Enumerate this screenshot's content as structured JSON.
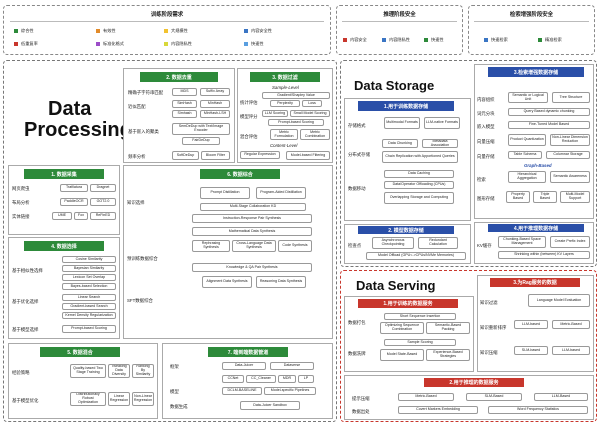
{
  "legend": {
    "training_title": "训练阶段需求",
    "reasoning_title": "推理阶段安全",
    "retrieval_title": "检索增强阶段安全",
    "items": [
      {
        "label": "综合性",
        "color": "#2d8a3a"
      },
      {
        "label": "有效性",
        "color": "#e28b2a"
      },
      {
        "label": "大规模性",
        "color": "#f2c230"
      },
      {
        "label": "内容安全性",
        "color": "#3a75c4"
      },
      {
        "label": "低重复率",
        "color": "#c8362c"
      },
      {
        "label": "标准化格式",
        "color": "#9c4dc8"
      },
      {
        "label": "内容隐私性",
        "color": "#d8d83a"
      },
      {
        "label": "快速性",
        "color": "#5a9fe0"
      }
    ],
    "reasoning_items": [
      {
        "label": "内容安全",
        "color": "#c8362c"
      },
      {
        "label": "内容隐私性",
        "color": "#3a75c4"
      },
      {
        "label": "快速性",
        "color": "#2d8a3a"
      }
    ],
    "retrieval_items": [
      {
        "label": "快速检索",
        "color": "#3a75c4"
      },
      {
        "label": "精准检索",
        "color": "#2d8a3a"
      }
    ]
  },
  "processing": {
    "title_line1": "Data",
    "title_line2": "Processing",
    "dedup": {
      "title": "2. 数据去重",
      "rows": [
        {
          "label": "精确子字符串匹配",
          "items": [
            "MDS",
            "Suffix Array"
          ]
        },
        {
          "label": "近似匹配",
          "items": [
            "SimHash",
            "MinHash"
          ]
        },
        {
          "label": "",
          "items": [
            "Simhash",
            "MinHash-LSH"
          ]
        },
        {
          "label": "基于嵌入的聚类",
          "items": [
            "SemDeDup with Text/Image Encoder",
            "FairDeDup"
          ]
        },
        {
          "label": "频率分析",
          "items": [
            "SoftDeDup",
            "Bloom Filter"
          ]
        }
      ]
    },
    "filter": {
      "title": "3. 数据过滤",
      "sample_level": "Sample-Level",
      "content_level": "Content-Level",
      "rows": [
        {
          "label": "统计评估",
          "items": [
            "Gradient/Shapley Value",
            "Perplexity",
            "Loss"
          ]
        },
        {
          "label": "模型评分",
          "items": [
            "LLM Scoring",
            "Small Model Scoring"
          ]
        },
        {
          "label": "",
          "items": [
            "Prompt-based Scoring"
          ]
        },
        {
          "label": "混合评估",
          "items": [
            "Metric Formulation",
            "Metric Combination"
          ]
        },
        {
          "label": "",
          "items": [
            "Regular Expression",
            "Model-based Filtering"
          ]
        }
      ]
    },
    "acquire": {
      "title": "1. 数据采集",
      "rows": [
        {
          "label": "网页爬虫",
          "items": [
            "Trafilatura",
            "Dragnet"
          ]
        },
        {
          "label": "布局分析",
          "items": [
            "PaddleOCR",
            "GOT2.0"
          ]
        },
        {
          "label": "实体链接",
          "items": [
            "UME",
            "Fox",
            "ReFinED"
          ]
        }
      ]
    },
    "select": {
      "title": "4. 数据选择",
      "rows": [
        {
          "label": "基于相似性选择",
          "items": [
            "Cosine Similarity",
            "Bayesian Similarity"
          ]
        },
        {
          "label": "",
          "items": [
            "Lexicon Set Overlap",
            "Bayes-based Selection"
          ]
        },
        {
          "label": "基于优化选择",
          "items": [
            "Linear Search",
            "Gradient-based Search"
          ]
        },
        {
          "label": "",
          "items": [
            "Kernel Density Regularization"
          ]
        },
        {
          "label": "基于模型选择",
          "items": [
            "Prompt-based Scoring"
          ]
        }
      ]
    },
    "synth": {
      "title": "6. 数据综合",
      "rows": [
        {
          "label": "知识选择",
          "items": [
            "Prompt Distillation",
            "Program-Aided Distillation"
          ]
        },
        {
          "label": "",
          "items": [
            "Multi-Stage Collaboration KD"
          ]
        },
        {
          "label": "预训练数据综合",
          "items": [
            "Instruction-Response Pair Synthesis"
          ]
        },
        {
          "label": "",
          "items": [
            "Mathematical Data Synthesis"
          ]
        },
        {
          "label": "",
          "items": [
            "Rephrasing Synthesis",
            "Cross-Language Data Synthesis",
            "Code Synthesis"
          ]
        },
        {
          "label": "SFT数据综合",
          "items": [
            "Knowledge & QA Pair Synthesis"
          ]
        },
        {
          "label": "",
          "items": [
            "Alignment Data Synthesis",
            "Reasoning Data Synthesis"
          ]
        }
      ]
    },
    "mix": {
      "title": "5. 数据混合",
      "rows": [
        {
          "label": "经验策略",
          "items": [
            "Quality-based Two Stage Training",
            "Tweaking Data Diversity",
            "Ranking By Similarity"
          ]
        },
        {
          "label": "基于模型优化",
          "items": [
            "Distributionally Robust Optimization",
            "Linear Regression",
            "Non-Linear Regression"
          ]
        }
      ]
    },
    "frameworks": {
      "title": "7. 端到端数据管道",
      "rows": [
        {
          "label": "框架",
          "items": [
            "Data-Juicer",
            "Dataverse"
          ]
        },
        {
          "label": "",
          "items": [
            "CCNet",
            "CC_Cleaner",
            "MDR",
            "LP"
          ]
        },
        {
          "label": "模型",
          "items": [
            "DCLM-BASELINE",
            "Model-specific Pipelines"
          ]
        },
        {
          "label": "数据生成",
          "items": [
            "Data-Juicer Sandbox"
          ]
        }
      ]
    }
  },
  "storage": {
    "title": "Data Storage",
    "training_box": {
      "title": "1.用于训练数据存储",
      "rows": [
        {
          "label": "存储格式",
          "items": [
            "Multimodal Formats",
            "LLM-native Formats"
          ]
        },
        {
          "label": "分布式存储",
          "items": [
            "Data Chunking",
            "Metadata Association"
          ]
        },
        {
          "label": "",
          "items": [
            "Chain Replication with Apportioned Queries"
          ]
        },
        {
          "label": "数据移动",
          "items": [
            "Data Caching"
          ]
        },
        {
          "label": "",
          "items": [
            "Data/Operator Offloading (CPUs)"
          ]
        },
        {
          "label": "",
          "items": [
            "Overlapping Storage and Computing"
          ]
        }
      ]
    },
    "model_box": {
      "title": "2. 模型数据存储",
      "rows": [
        {
          "label": "检查点",
          "items": [
            "Asynchronous Checkpointing",
            "Redundant Calculation"
          ]
        },
        {
          "label": "",
          "items": [
            "Model Offload (GPU<->CPUs/NVMe Memories)"
          ]
        }
      ]
    },
    "retrieval_box": {
      "title": "3.检索增强数据存储",
      "rows": [
        {
          "label": "内容组织",
          "items": [
            "Semantic or Logical Unit",
            "Tree Structure"
          ]
        },
        {
          "label": "词元分块",
          "items": [
            "Query Based dynamic chunking"
          ]
        },
        {
          "label": "嵌入模型",
          "items": [
            "Fine-Tuned Model Based"
          ]
        },
        {
          "label": "向量压缩",
          "items": [
            "Product Quantization",
            "Non-Linear Dimension Reduction"
          ]
        },
        {
          "label": "向量存储",
          "items": [
            "Table Schema",
            "Columnar Storage"
          ]
        },
        {
          "label": "图数据",
          "items": [
            "Graph-Based"
          ]
        },
        {
          "label": "检索",
          "items": [
            "Hierarchical Aggregation",
            "Semantic Awareness"
          ]
        },
        {
          "label": "图形存储",
          "items": [
            "Property Based",
            "Triple Based",
            "Multi-Model Support"
          ]
        }
      ]
    },
    "inference_box": {
      "title": "4.用于推理数据存储",
      "rows": [
        {
          "label": "KV缓存",
          "items": [
            "Chunking-Based Space Management",
            "Create Prefix Index"
          ]
        },
        {
          "label": "",
          "items": [
            "Shrinking within (between) KV Layers"
          ]
        }
      ]
    }
  },
  "serving": {
    "title": "Data Serving",
    "training_box": {
      "title": "1.用于训练的数据服务",
      "rows": [
        {
          "label": "数据打包",
          "items": [
            "Short Sequence Insertion"
          ]
        },
        {
          "label": "",
          "items": [
            "Optimizing Sequence Combination",
            "Semantic-Based Packing"
          ]
        },
        {
          "label": "数据洗牌",
          "items": [
            "Sample Scoring"
          ]
        },
        {
          "label": "",
          "items": [
            "Model State-Based",
            "Experience-Based Strategies"
          ]
        }
      ]
    },
    "rag_box": {
      "title": "3.为Rag服务的数据",
      "rows": [
        {
          "label": "知识过滤",
          "items": [
            "Language Model Evaluation"
          ]
        },
        {
          "label": "知识重新排序",
          "items": [
            "LLM-based",
            "Metric-Based"
          ]
        },
        {
          "label": "知识压缩",
          "items": [
            "SLM-based",
            "LLM-based"
          ]
        }
      ]
    },
    "inference_box": {
      "title": "2.用于推理的数据服务",
      "rows": [
        {
          "label": "提示压缩",
          "items": [
            "Metric-Based",
            "SLM-Based",
            "LLM-Based"
          ]
        },
        {
          "label": "数据出处",
          "items": [
            "Covert Markers Embedding",
            "Word Frequency Statistics"
          ]
        }
      ]
    }
  }
}
